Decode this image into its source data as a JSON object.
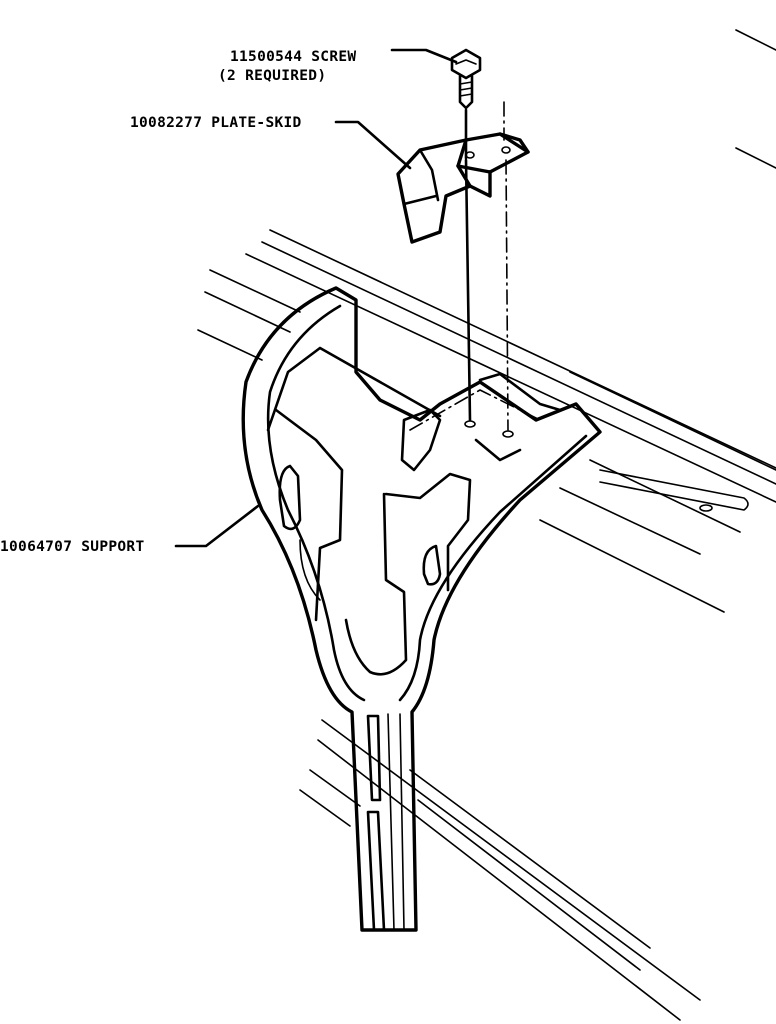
{
  "callouts": {
    "screw": {
      "line1": "11500544 SCREW",
      "line2": "(2 REQUIRED)"
    },
    "plate": "10082277 PLATE-SKID",
    "support": "10064707 SUPPORT"
  }
}
